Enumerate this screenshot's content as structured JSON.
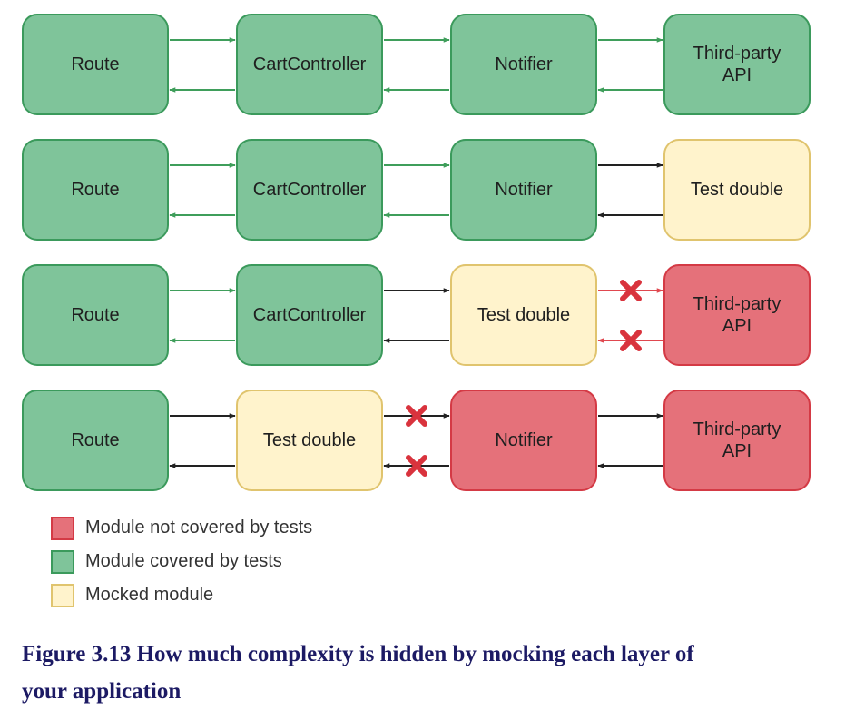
{
  "colors": {
    "covered_fill": "#7fc49a",
    "covered_stroke": "#3b9a5c",
    "mocked_fill": "#fff3cc",
    "mocked_stroke": "#e0c46e",
    "uncovered_fill": "#e5717a",
    "uncovered_stroke": "#d43a45",
    "arrow_green": "#3f9e5b",
    "arrow_black": "#222222",
    "arrow_red": "#e0484f",
    "cross": "#d9333d"
  },
  "rows": [
    {
      "nodes": [
        {
          "label": [
            "Route"
          ],
          "type": "covered"
        },
        {
          "label": [
            "CartController"
          ],
          "type": "covered"
        },
        {
          "label": [
            "Notifier"
          ],
          "type": "covered"
        },
        {
          "label": [
            "Third-party",
            "API"
          ],
          "type": "covered"
        }
      ],
      "links": [
        {
          "color": "green",
          "blocked": false
        },
        {
          "color": "green",
          "blocked": false
        },
        {
          "color": "green",
          "blocked": false
        }
      ]
    },
    {
      "nodes": [
        {
          "label": [
            "Route"
          ],
          "type": "covered"
        },
        {
          "label": [
            "CartController"
          ],
          "type": "covered"
        },
        {
          "label": [
            "Notifier"
          ],
          "type": "covered"
        },
        {
          "label": [
            "Test double"
          ],
          "type": "mocked"
        }
      ],
      "links": [
        {
          "color": "green",
          "blocked": false
        },
        {
          "color": "green",
          "blocked": false
        },
        {
          "color": "black",
          "blocked": false
        }
      ]
    },
    {
      "nodes": [
        {
          "label": [
            "Route"
          ],
          "type": "covered"
        },
        {
          "label": [
            "CartController"
          ],
          "type": "covered"
        },
        {
          "label": [
            "Test double"
          ],
          "type": "mocked"
        },
        {
          "label": [
            "Third-party",
            "API"
          ],
          "type": "uncovered"
        }
      ],
      "links": [
        {
          "color": "green",
          "blocked": false
        },
        {
          "color": "black",
          "blocked": false
        },
        {
          "color": "red",
          "blocked": true
        }
      ]
    },
    {
      "nodes": [
        {
          "label": [
            "Route"
          ],
          "type": "covered"
        },
        {
          "label": [
            "Test double"
          ],
          "type": "mocked"
        },
        {
          "label": [
            "Notifier"
          ],
          "type": "uncovered"
        },
        {
          "label": [
            "Third-party",
            "API"
          ],
          "type": "uncovered"
        }
      ],
      "links": [
        {
          "color": "black",
          "blocked": false
        },
        {
          "color": "black",
          "blocked": true
        },
        {
          "color": "black",
          "blocked": false
        }
      ]
    }
  ],
  "legend": [
    {
      "type": "uncovered",
      "label": "Module not covered by tests"
    },
    {
      "type": "covered",
      "label": "Module covered by tests"
    },
    {
      "type": "mocked",
      "label": "Mocked module"
    }
  ],
  "caption": {
    "line1": "Figure 3.13 How much complexity is hidden by mocking each layer of",
    "line2": "your application"
  }
}
